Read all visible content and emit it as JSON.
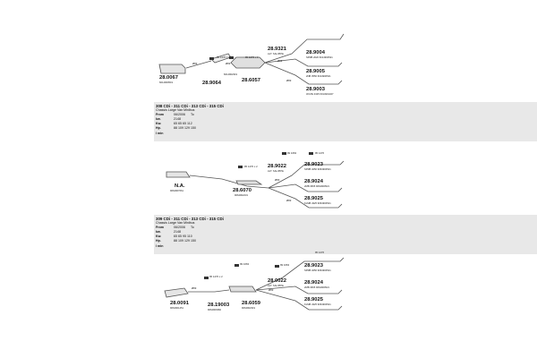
{
  "section1": {
    "parts": [
      {
        "number": "28.0067",
        "ref": "6014900519"
      },
      {
        "number": "28.9064",
        "ref": ""
      },
      {
        "number": "28.6057",
        "ref": "6014902319"
      },
      {
        "number": "28.9321",
        "ref": "ALT. SAL/PIPE"
      },
      {
        "number": "28.9004",
        "ref": "SPRB 2020 6014900521"
      },
      {
        "number": "28.9005",
        "ref": "2NB 3550 6014900521"
      },
      {
        "number": "28.9003",
        "ref": "3OUW 4325 6014901327"
      }
    ],
    "annotations": [
      "Ø89",
      "Ø89",
      "Ø89",
      "Ø89",
      "95 1276 x 2",
      "95 1276 x 1"
    ]
  },
  "info1": {
    "title": "308 CDi - 311 CDi - 313 CDi - 315 CDi",
    "vehicle": "Chassis Large Van Minibus",
    "rows": [
      {
        "label": "From",
        "value": "06/2006",
        "extra": "To"
      },
      {
        "label": "kw.",
        "value": "2148"
      },
      {
        "label": "Kw.",
        "value": "65 65 65 112"
      },
      {
        "label": "Hp.",
        "value": "88 109 129 150"
      },
      {
        "label": "l  min",
        "value": ""
      }
    ]
  },
  "section2": {
    "parts": [
      {
        "number": "N.A.",
        "ref": "9064907661"
      },
      {
        "number": "28.6070",
        "ref": "9064902231"
      },
      {
        "number": "28.9022",
        "ref": "ALT. SAL/PIPE"
      },
      {
        "number": "28.9023",
        "ref": "SPRB 3250 9064900521"
      },
      {
        "number": "28.9024",
        "ref": "2MB 3665 9064900521"
      },
      {
        "number": "28.9025",
        "ref": "KLMB 4325 9064900521"
      }
    ],
    "annotations": [
      "95 1276 x 2",
      "99 1663",
      "95 1276",
      "Ø89",
      "Ø89"
    ]
  },
  "info2": {
    "title": "309 CDi - 311 CDi - 313 CDi - 315 CDi",
    "vehicle": "Chassis Large Van Minibus",
    "rows": [
      {
        "label": "From",
        "value": "06/2006",
        "extra": "To"
      },
      {
        "label": "kw.",
        "value": "2148"
      },
      {
        "label": "Kw.",
        "value": "65 65 95 110"
      },
      {
        "label": "Hp.",
        "value": "88 109 129 150"
      },
      {
        "label": "l  min",
        "value": ""
      }
    ]
  },
  "section3": {
    "parts": [
      {
        "number": "28.0091",
        "ref": "9064901451"
      },
      {
        "number": "28.19003",
        "ref": "9064900382"
      },
      {
        "number": "28.6059",
        "ref": "9064902319"
      },
      {
        "number": "28.0022",
        "ref": "ALT. SAL/PIPE"
      },
      {
        "number": "28.9023",
        "ref": "SPRB 3250 9064900521"
      },
      {
        "number": "28.9024",
        "ref": "2MB 3665 9064900521"
      },
      {
        "number": "28.9025",
        "ref": "KLMB 4325 9064900521"
      }
    ],
    "annotations": [
      "99 1663",
      "99 1663",
      "95 1276 x 2",
      "95 1276",
      "Ø89",
      "Ø89"
    ]
  }
}
